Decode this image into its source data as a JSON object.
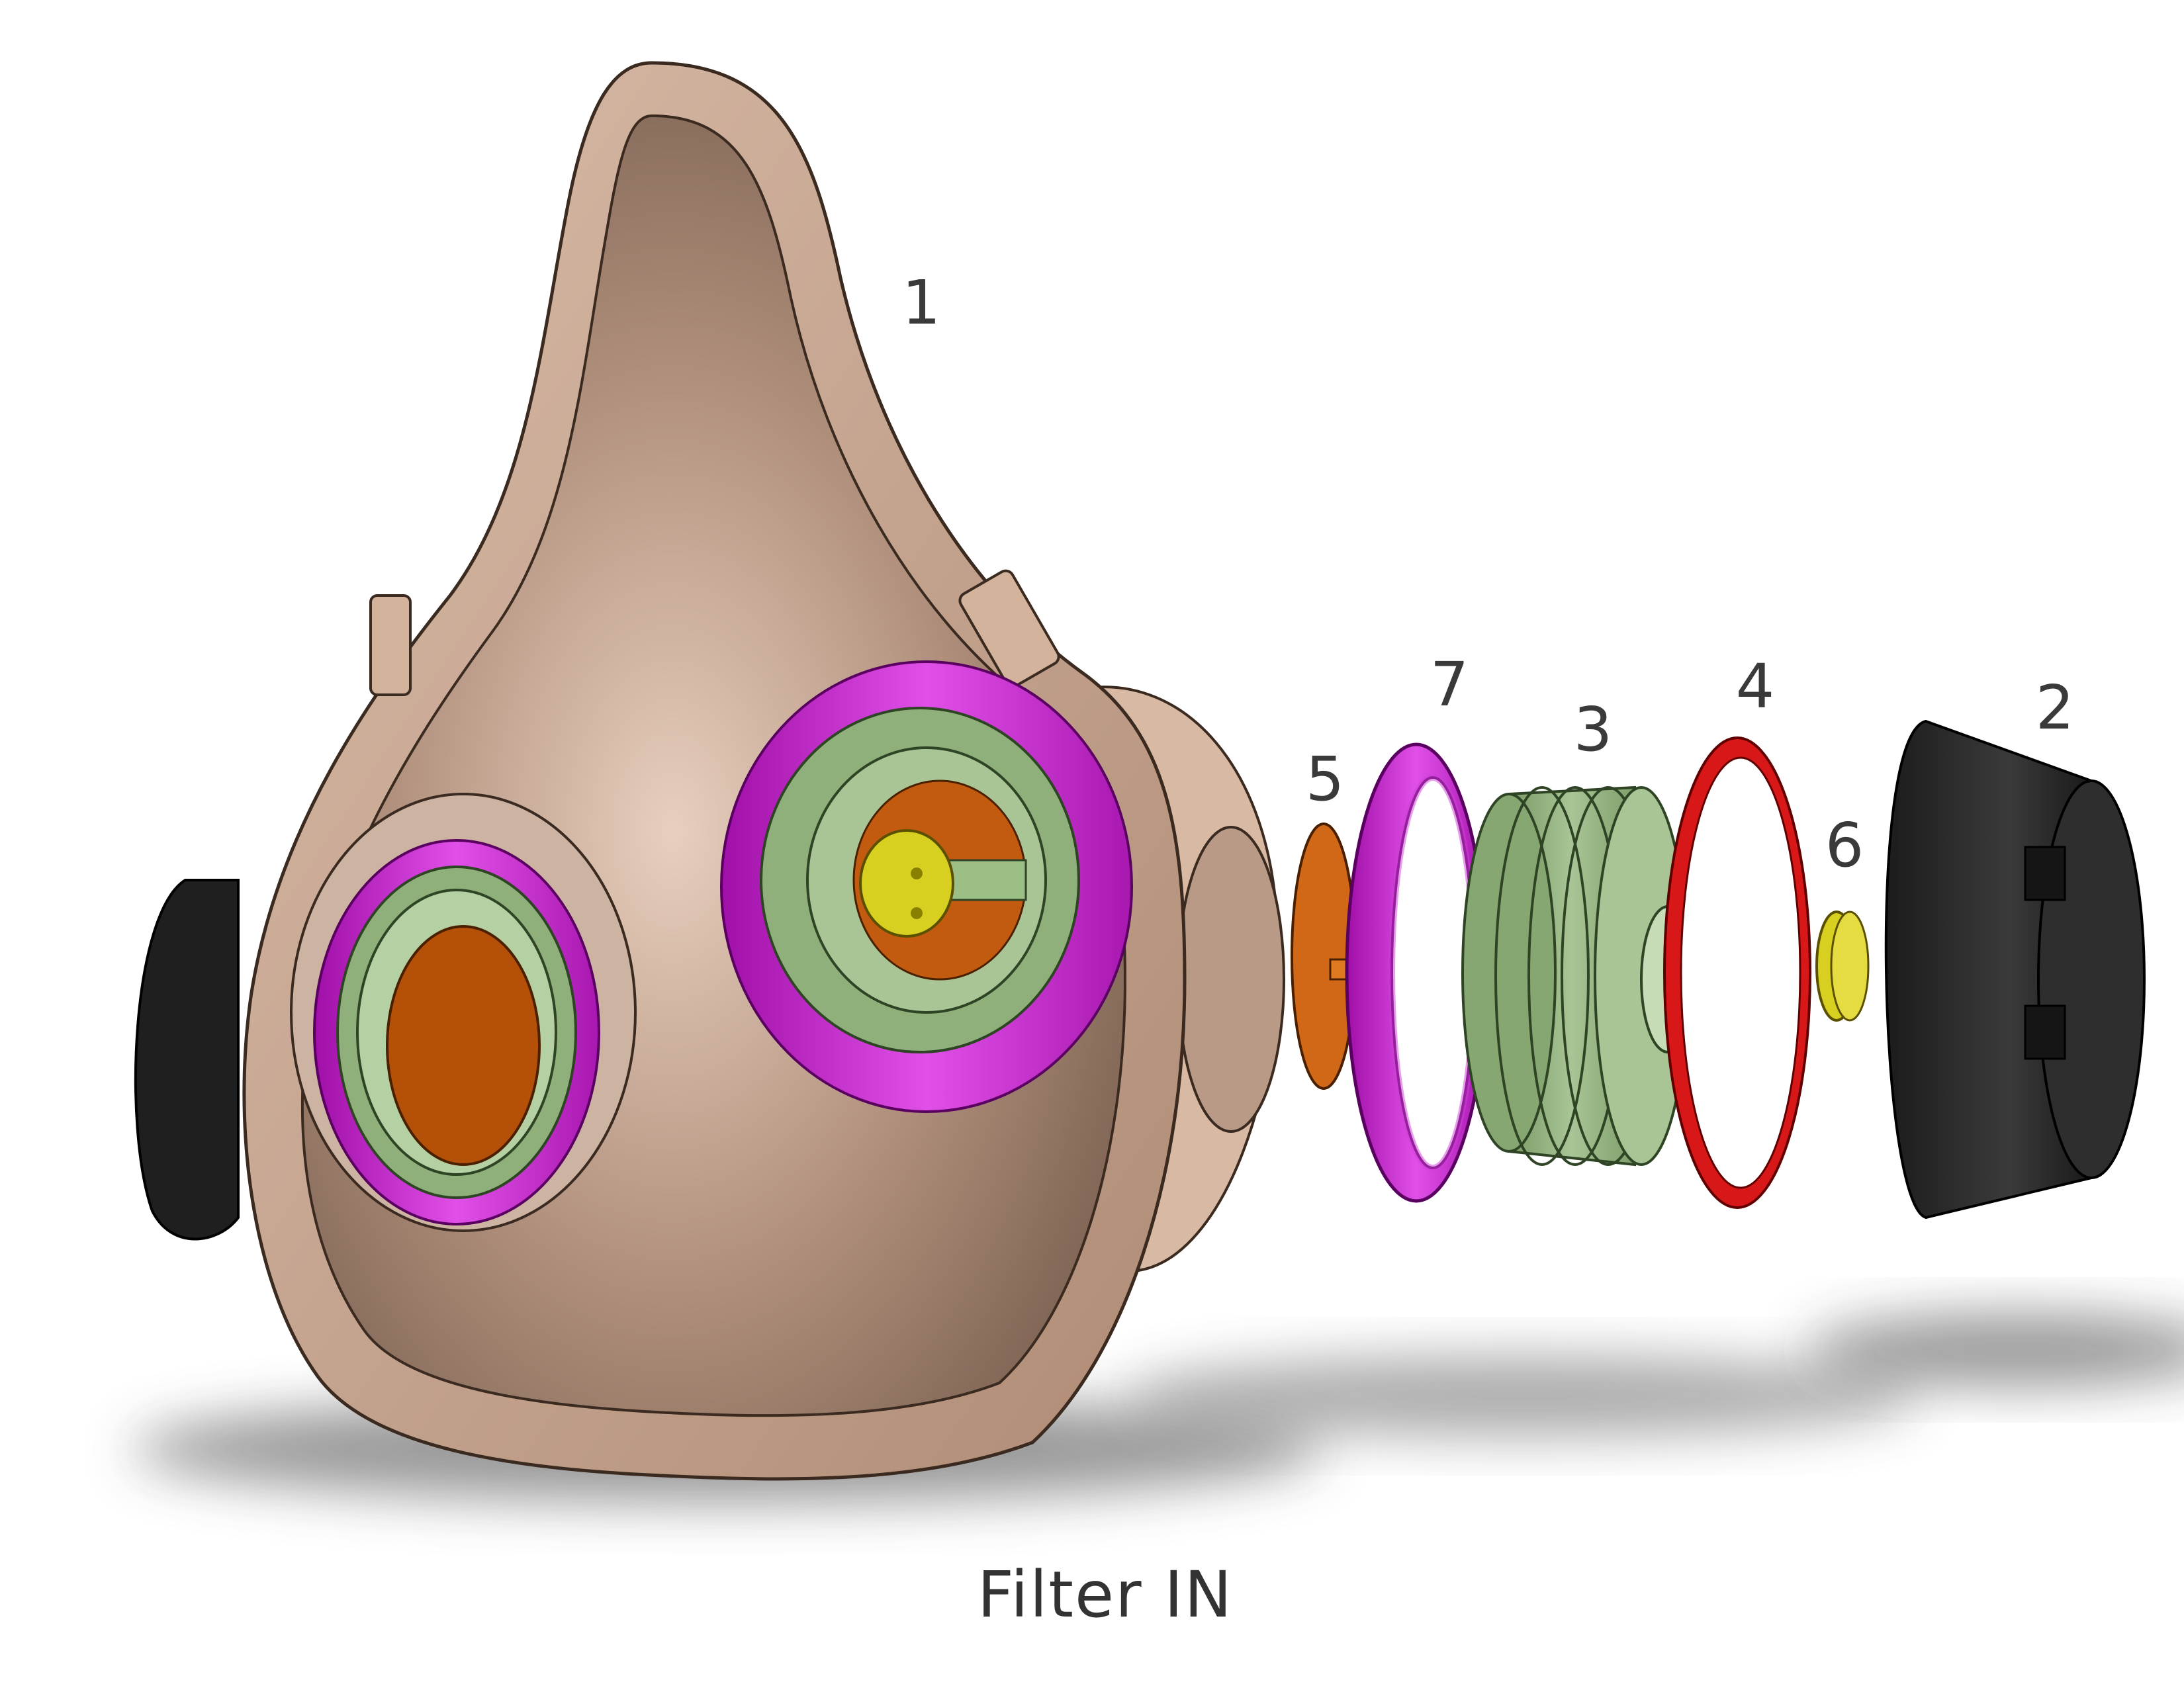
{
  "labels": {
    "p1": "1",
    "p2": "2",
    "p3": "3",
    "p4": "4",
    "p5": "5",
    "p6": "6",
    "p7": "7"
  },
  "caption": "Filter IN",
  "colors": {
    "mask_body": "#c9a893",
    "mask_inner": "#8a6d5c",
    "retaining_ring": "#c020c8",
    "filter_housing": "#8fb07a",
    "filter_disc": "#c25a10",
    "valve_cap": "#d8d020",
    "o_ring": "#d81818",
    "outer_cover": "#2a2a2a",
    "label_text": "#3a3a3a"
  },
  "icons": {
    "mask": "half-face-respirator-mask",
    "cover": "filter-cover",
    "housing": "threaded-filter-housing",
    "seal": "o-ring-seal",
    "disc": "filter-disc",
    "cap": "valve-cap",
    "ring": "knurled-retaining-ring"
  }
}
